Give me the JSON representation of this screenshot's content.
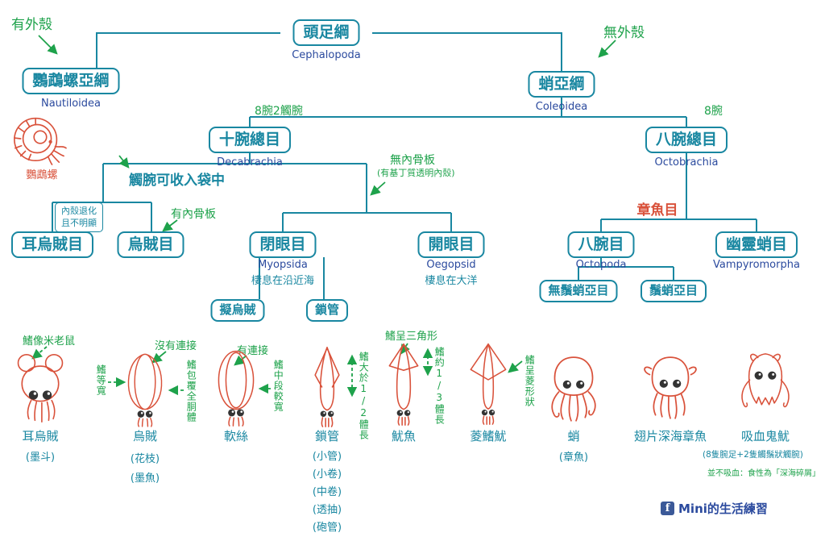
{
  "colors": {
    "teal": "#1987a1",
    "blue": "#2b4a9e",
    "green": "#1ea24b",
    "red": "#d9523b",
    "facebook": "#3b5998"
  },
  "tree": {
    "root": {
      "zh": "頭足綱",
      "latin": "Cephalopoda"
    },
    "has_shell": "有外殼",
    "no_shell": "無外殼",
    "nautiloidea": {
      "zh": "鸚鵡螺亞綱",
      "latin": "Nautiloidea",
      "caption": "鸚鵡螺"
    },
    "coleoidea": {
      "zh": "蛸亞綱",
      "latin": "Coleoidea"
    },
    "branch_10": "8腕2觸腕",
    "branch_8": "8腕",
    "decabrachia": {
      "zh": "十腕總目",
      "latin": "Decabrachia"
    },
    "octobrachia": {
      "zh": "八腕總目",
      "latin": "Octobrachia"
    },
    "tentacle_pouch_note": "觸腕可收入袋中",
    "inner_shell_note": [
      "內殼退化",
      "且不明顯"
    ],
    "has_inner_plate": "有內骨板",
    "no_inner_plate": "無內骨板",
    "no_inner_plate_sub": "(有基丁質透明內殼)",
    "sepiolida": {
      "zh": "耳烏賊目"
    },
    "sepiida": {
      "zh": "烏賊目"
    },
    "myopsida": {
      "zh": "閉眼目",
      "latin": "Myopsida",
      "habitat": "棲息在沿近海"
    },
    "oegopsida": {
      "zh": "開眼目",
      "latin": "Oegopsid",
      "habitat": "棲息在大洋"
    },
    "myopsida_examples": [
      "擬烏賊",
      "鎖管"
    ],
    "octopus_order": "章魚目",
    "octopoda": {
      "zh": "八腕目",
      "latin": "Octopoda"
    },
    "vampyromorpha": {
      "zh": "幽靈蛸目",
      "latin": "Vampyromorpha"
    },
    "octopoda_suborders": [
      "無鬚蛸亞目",
      "鬚蛸亞目"
    ]
  },
  "species": [
    {
      "name": "耳烏賊",
      "aliases": [
        "(墨斗)"
      ],
      "top_note": "鰭像米老鼠"
    },
    {
      "name": "烏賊",
      "aliases": [
        "(花枝)",
        "(墨魚)"
      ],
      "top_note": "沒有連接",
      "left_note": "鰭等寬",
      "right_note": "鰭包覆全胴體"
    },
    {
      "name": "軟絲",
      "top_note": "有連接",
      "right_note": "鰭中段較寬"
    },
    {
      "name": "鎖管",
      "aliases": [
        "(小管)",
        "(小卷)",
        "(中卷)",
        "(透抽)",
        "(砲管)"
      ],
      "right_note": "鰭大於1/2體長"
    },
    {
      "name": "魷魚",
      "top_note": "鰭呈三角形",
      "right_note": "鰭約1/3體長"
    },
    {
      "name": "菱鰭魷",
      "right_note": "鰭呈菱形狀"
    },
    {
      "name": "蛸",
      "aliases": [
        "(章魚)"
      ]
    },
    {
      "name": "翅片深海章魚"
    },
    {
      "name": "吸血鬼魷",
      "aliases": [
        "(8隻腕足+2隻觸鬚狀觸腕)"
      ],
      "note": "並不吸血：食性為「深海碎屑」"
    }
  ],
  "footer": {
    "credit": "Mini的生活練習",
    "facebook_letter": "f"
  }
}
